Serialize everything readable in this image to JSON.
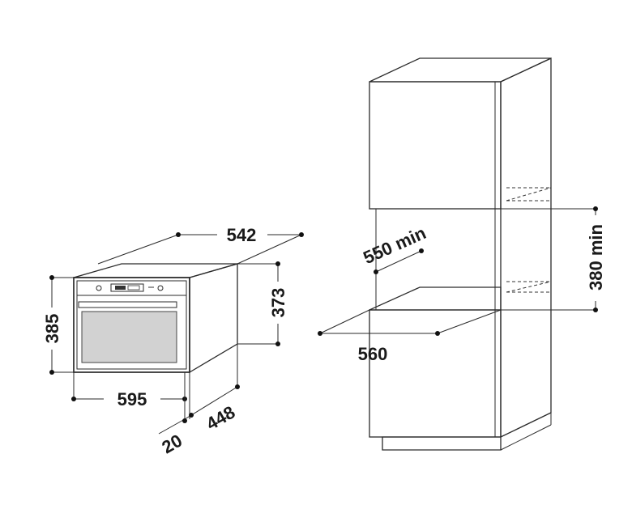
{
  "dimensions": {
    "oven_depth_top": "542",
    "oven_height_front": "385",
    "oven_height_side": "373",
    "oven_width_bottom": "595",
    "oven_depth_side": "448",
    "oven_front_panel": "20",
    "niche_depth": "550 min",
    "niche_height": "380 min",
    "niche_width": "560"
  },
  "colors": {
    "line": "#2a2a2a",
    "background": "#ffffff",
    "text": "#1a1a1a"
  }
}
